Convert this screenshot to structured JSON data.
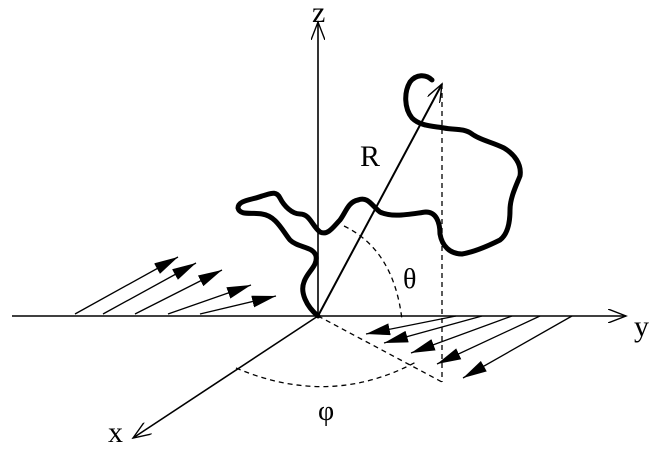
{
  "axes": {
    "x": "x",
    "y": "y",
    "z": "z"
  },
  "vector_label": "R",
  "angles": {
    "polar": "θ",
    "azimuth": "φ"
  }
}
